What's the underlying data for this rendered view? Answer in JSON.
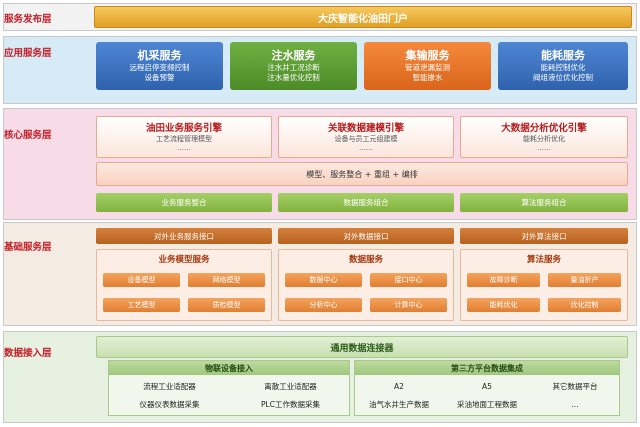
{
  "layers": {
    "publish": {
      "title": "服务发布层",
      "portal": "大庆智能化油田门户"
    },
    "application": {
      "title": "应用服务层",
      "apps": [
        {
          "name": "机采服务",
          "items": [
            "远程启停变频控制",
            "设备预警"
          ]
        },
        {
          "name": "注水服务",
          "items": [
            "注水井工况诊断",
            "注水量优化控制"
          ]
        },
        {
          "name": "集输服务",
          "items": [
            "管道泄漏监测",
            "智能掺水"
          ]
        },
        {
          "name": "能耗服务",
          "items": [
            "能耗控制优化",
            "阀组液位优化控制"
          ]
        }
      ]
    },
    "core": {
      "title": "核心服务层",
      "engines": [
        {
          "name": "油田业务服务引擎",
          "sub": "工艺流程管理模型",
          "more": "……"
        },
        {
          "name": "关联数据建模引擎",
          "sub": "设备与员工元组建模",
          "more": "……"
        },
        {
          "name": "大数据分析优化引擎",
          "sub": "能耗分析优化",
          "more": "……"
        }
      ],
      "model_bar": "模型、服务整合 + 重组 + 编排",
      "combos": [
        "业务服务整合",
        "数据服务组合",
        "算法服务组合"
      ]
    },
    "base": {
      "title": "基础服务层",
      "interfaces": [
        "对外业务服务接口",
        "对外数据接口",
        "对外算法接口"
      ],
      "services": [
        {
          "title": "业务模型服务",
          "items": [
            "设备模型",
            "网络模型",
            "工艺模型",
            "质检模型"
          ]
        },
        {
          "title": "数据服务",
          "items": [
            "数据中心",
            "接口中心",
            "分析中心",
            "计算中心"
          ]
        },
        {
          "title": "算法服务",
          "items": [
            "故障诊断",
            "量油折产",
            "能耗优化",
            "优化控制"
          ]
        }
      ]
    },
    "data": {
      "title": "数据接入层",
      "connector": "通用数据连接器",
      "groups": [
        {
          "title": "物联设备接入",
          "items": [
            "流程工业适配器",
            "离散工业适配器",
            "仪器仪表数据采集",
            "PLC工作数据采集"
          ]
        },
        {
          "title": "第三方平台数据集成",
          "items": [
            "A2",
            "A5",
            "其它数据平台",
            "油气水井生产数据",
            "采油地面工程数据",
            "..."
          ]
        }
      ]
    }
  }
}
